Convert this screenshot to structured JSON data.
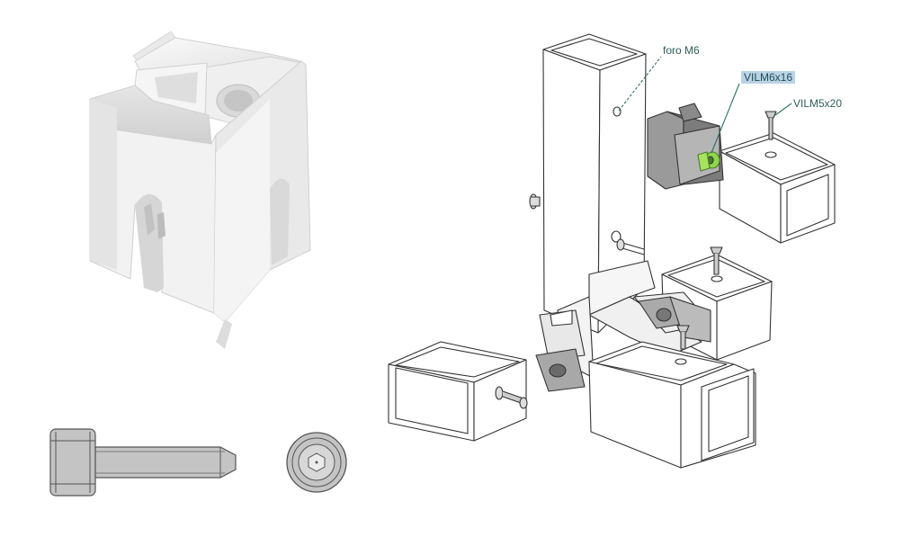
{
  "labels": {
    "hole": "foro M6",
    "screw_a": "VILM6x16",
    "screw_b": "VILM5x20"
  },
  "colors": {
    "line": "#333333",
    "callout_text": "#2e5f5a",
    "highlight_bg": "#b9d3e4",
    "part_green": "#8fd64a",
    "bracket_gray": "#8a8a8a",
    "bolt_gray": "#c4c4c4",
    "render_white": "#f1f1f1"
  },
  "icons": {
    "connector_render": "aluminium-connector-render",
    "bolt_side": "socket-head-bolt-side-view",
    "bolt_top": "socket-head-bolt-top-view",
    "assembly": "tube-joint-exploded-assembly"
  }
}
